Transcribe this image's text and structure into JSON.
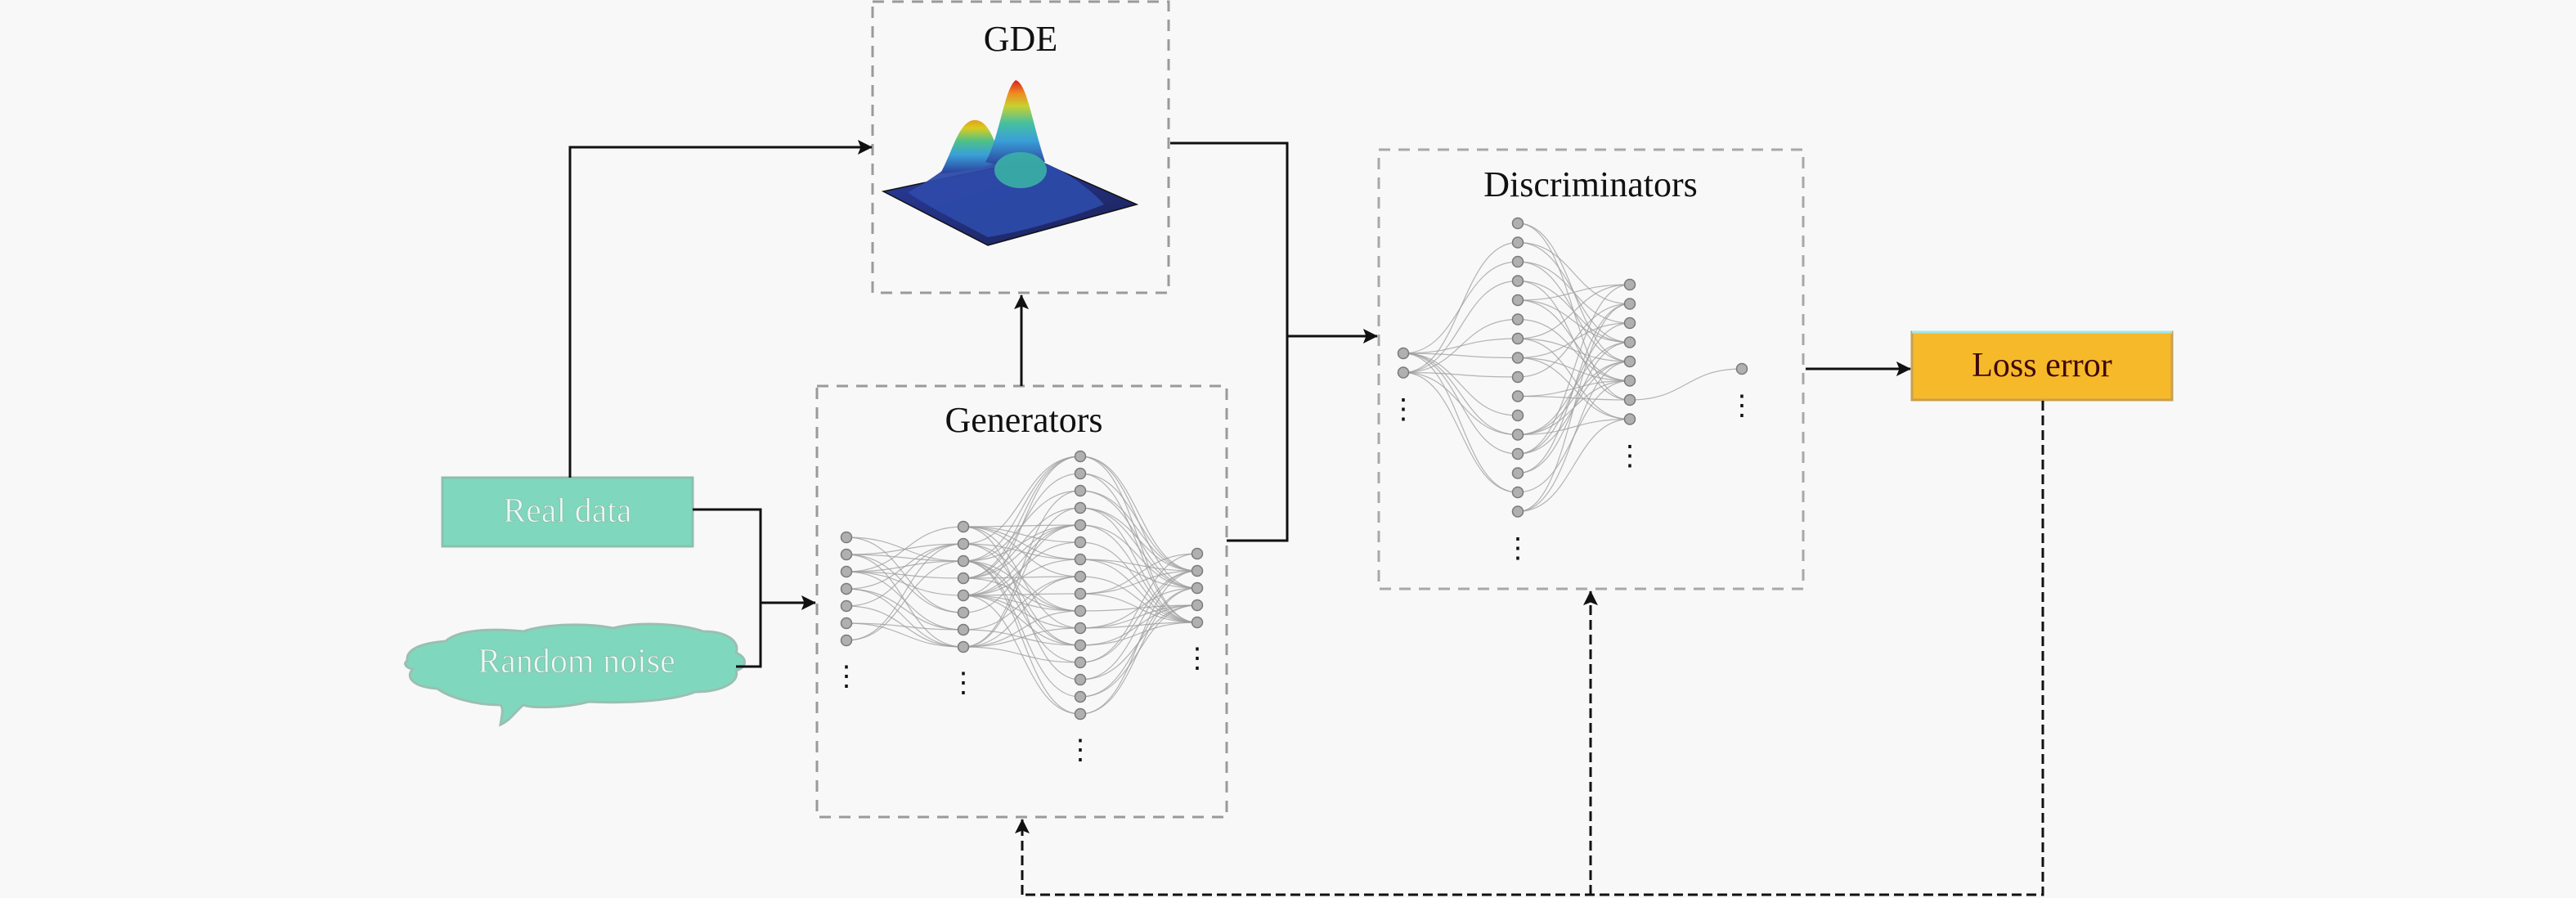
{
  "diagram": {
    "title": "GAN with Gaussian density estimation pipeline",
    "nodes": {
      "gde": {
        "label": "GDE",
        "content": "3D bimodal Gaussian density surface plot"
      },
      "generators": {
        "label": "Generators",
        "layers": [
          7,
          8,
          16,
          5
        ]
      },
      "discriminators": {
        "label": "Discriminators",
        "layers": [
          2,
          16,
          8,
          1
        ]
      },
      "real_data": {
        "label": "Real data"
      },
      "random_noise": {
        "label": "Random noise"
      },
      "loss_error": {
        "label": "Loss error"
      }
    },
    "edges": [
      {
        "from": "real_data",
        "to": "gde",
        "style": "solid"
      },
      {
        "from": "real_data",
        "to": "generators",
        "style": "solid"
      },
      {
        "from": "random_noise",
        "to": "generators",
        "style": "solid"
      },
      {
        "from": "generators",
        "to": "gde",
        "style": "solid"
      },
      {
        "from": "gde",
        "to": "discriminators",
        "style": "solid"
      },
      {
        "from": "generators",
        "to": "discriminators",
        "style": "solid"
      },
      {
        "from": "discriminators",
        "to": "loss_error",
        "style": "solid"
      },
      {
        "from": "loss_error",
        "to": "discriminators",
        "style": "dashed"
      },
      {
        "from": "loss_error",
        "to": "generators",
        "style": "dashed"
      }
    ],
    "ellipsis": "⋮",
    "colors": {
      "background": "#f8f8f8",
      "input_fill": "#7fd8bd",
      "input_text": "#e8fbf4",
      "loss_fill": "#f6b92a",
      "loss_text": "#3d0a0a",
      "box_border": "#9a9a9a",
      "disc_border_accent": "#e6e68a",
      "arrow": "#111111",
      "node_fill": "#b0b0b0",
      "edge_line": "#9c9c9c"
    }
  }
}
